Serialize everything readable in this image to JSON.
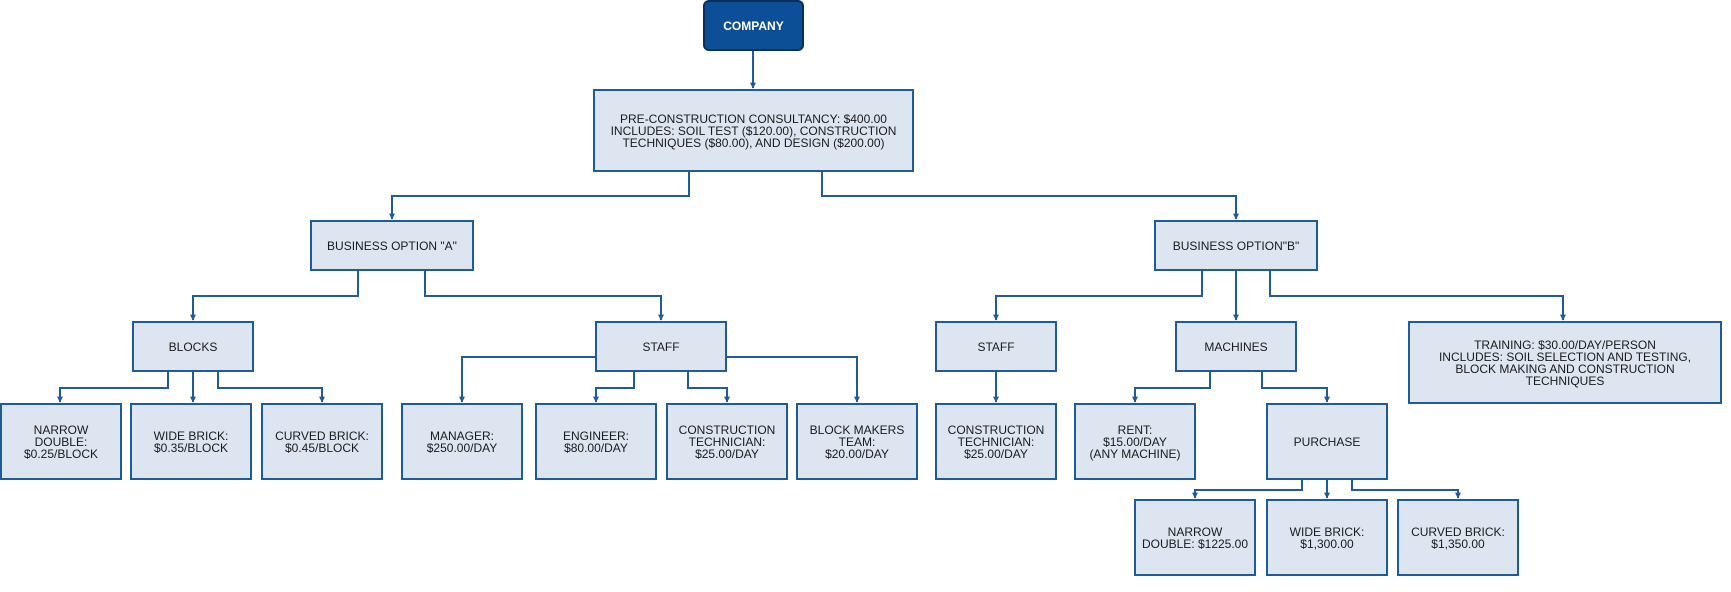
{
  "colors": {
    "box_fill": "#dde5f1",
    "box_border": "#1f5a9a",
    "root_fill": "#0d4f96",
    "connector": "#1f5a9a"
  },
  "nodes": {
    "company": "COMPANY",
    "consultancy": "PRE-CONSTRUCTION CONSULTANCY: $400.00\nINCLUDES: SOIL TEST ($120.00), CONSTRUCTION\nTECHNIQUES ($80.00), AND DESIGN ($200.00)",
    "option_a": "BUSINESS OPTION \"A\"",
    "option_b": "BUSINESS OPTION\"B\"",
    "blocks": "BLOCKS",
    "staff_a": "STAFF",
    "staff_b": "STAFF",
    "machines": "MACHINES",
    "training": "TRAINING: $30.00/DAY/PERSON\nINCLUDES: SOIL SELECTION AND TESTING,\nBLOCK MAKING AND CONSTRUCTION\nTECHNIQUES",
    "narrow_double_block": "NARROW\nDOUBLE:\n$0.25/BLOCK",
    "wide_brick_block": "WIDE BRICK:\n$0.35/BLOCK",
    "curved_brick_block": "CURVED BRICK:\n$0.45/BLOCK",
    "manager": "MANAGER:\n$250.00/DAY",
    "engineer": "ENGINEER:\n$80.00/DAY",
    "construction_technician_a": "CONSTRUCTION\nTECHNICIAN:\n$25.00/DAY",
    "block_makers_team": "BLOCK MAKERS\nTEAM:\n$20.00/DAY",
    "construction_technician_b": "CONSTRUCTION\nTECHNICIAN:\n$25.00/DAY",
    "rent": "RENT:\n$15.00/DAY\n(ANY MACHINE)",
    "purchase": "PURCHASE",
    "narrow_double_purchase": "NARROW\nDOUBLE: $1225.00",
    "wide_brick_purchase": "WIDE BRICK:\n$1,300.00",
    "curved_brick_purchase": "CURVED BRICK:\n$1,350.00"
  }
}
